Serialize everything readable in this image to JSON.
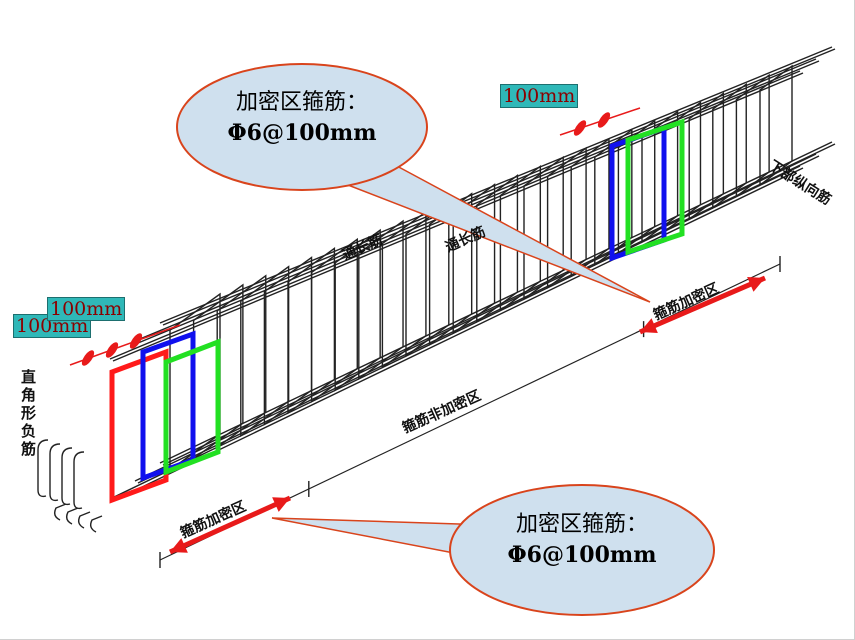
{
  "callout_top": {
    "line1": "加密区箍筋：",
    "line2": "Φ6@100mm"
  },
  "callout_bottom": {
    "line1": "加密区箍筋：",
    "line2": "Φ6@100mm"
  },
  "dim_tags": {
    "top_right": "100mm",
    "left_upper": "100mm",
    "left_lower": "100mm"
  },
  "labels": {
    "left_vertical": "直角形负筋",
    "bottom_long": "下部纵向筋",
    "tong_chang_1": "通长筋",
    "tong_chang_2": "通长筋",
    "non_dense_zone": "箍筋非加密区",
    "dense_zone_left": "箍筋加密区",
    "dense_zone_right": "箍筋加密区"
  },
  "colors": {
    "callout_fill": "#cfe0ee",
    "callout_stroke": "#d9441c",
    "stirrup_red": "#ff1a1a",
    "stirrup_blue": "#1010ee",
    "stirrup_green": "#22e022",
    "arrow_red": "#e81a1a",
    "tag_bg": "#2fb8b8",
    "tag_text": "#8b0000",
    "rebar": "#222222"
  }
}
